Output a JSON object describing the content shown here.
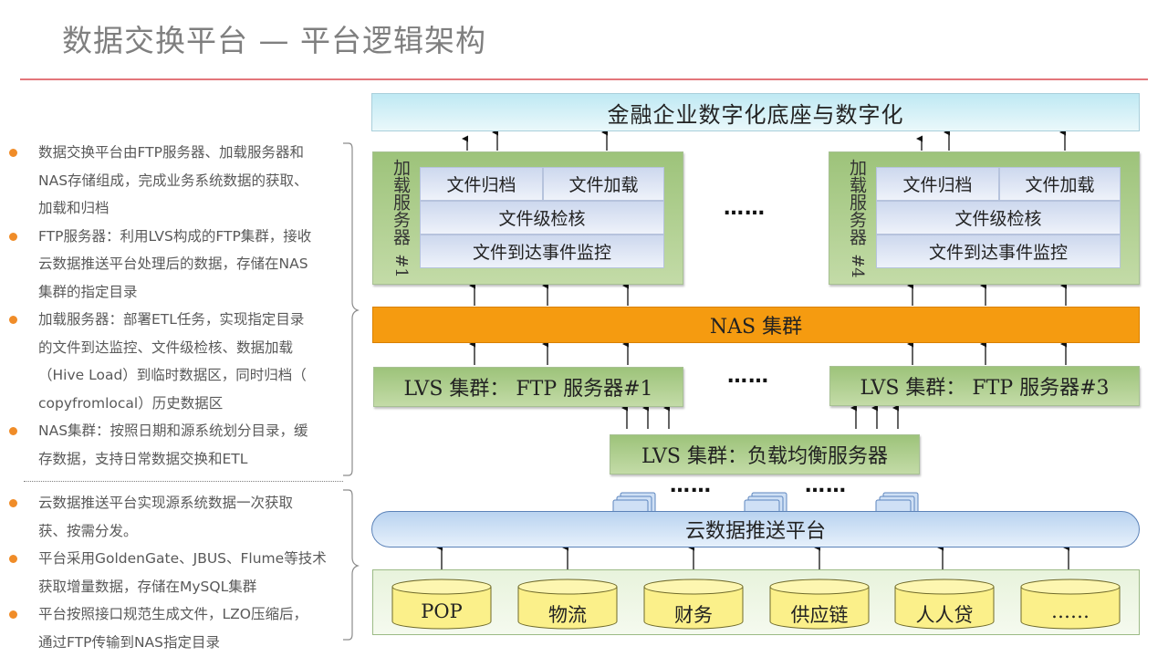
{
  "title": "数据交换平台 — 平台逻辑架构",
  "top_bullets": [
    [
      "数据交换平台由FTP服务器、加载服务器和",
      "NAS存储组成，完成业务系统数据的获取、",
      "加载和归档"
    ],
    [
      "FTP服务器：利用LVS构成的FTP集群，接收",
      "云数据推送平台处理后的数据，存储在NAS",
      "集群的指定目录"
    ],
    [
      "加载服务器：部署ETL任务，实现指定目录",
      "的文件到达监控、文件级检核、数据加载",
      "（Hive Load）到临时数据区，同时归档（",
      "copyfromlocal）历史数据区"
    ],
    [
      "NAS集群：按照日期和源系统划分目录，缓",
      "存数据，支持日常数据交换和ETL"
    ]
  ],
  "bottom_bullets": [
    [
      "云数据推送平台实现源系统数据一次获取",
      "获、按需分发。"
    ],
    [
      "平台采用GoldenGate、JBUS、Flume等技术",
      "获取增量数据，存储在MySQL集群"
    ],
    [
      "平台按照接口规范生成文件，LZO压缩后，",
      "通过FTP传输到NAS指定目录"
    ]
  ],
  "diagram": {
    "top_banner": "金融企业数字化底座与数字化",
    "loader_left": {
      "label": "加载服务器",
      "num": "#1",
      "archive": "文件归档",
      "load": "文件加载",
      "check": "文件级检核",
      "monitor": "文件到达事件监控"
    },
    "loader_right": {
      "label": "加载服务器",
      "num": "#4",
      "archive": "文件归档",
      "load": "文件加载",
      "check": "文件级检核",
      "monitor": "文件到达事件监控"
    },
    "ellipsis": "……",
    "nas": "NAS 集群",
    "lvs_ftp_left": "LVS 集群： FTP 服务器#1",
    "lvs_ftp_right": "LVS 集群： FTP 服务器#3",
    "lvs_lb": "LVS 集群：负载均衡服务器",
    "cloud_push": "云数据推送平台",
    "sources": [
      "POP",
      "物流",
      "财务",
      "供应链",
      "人人贷",
      "……"
    ]
  },
  "colors": {
    "title_rule": "#e3767a",
    "bullet": "#f08c28",
    "nas": "#f39a0e",
    "green": "#9dc37a"
  }
}
